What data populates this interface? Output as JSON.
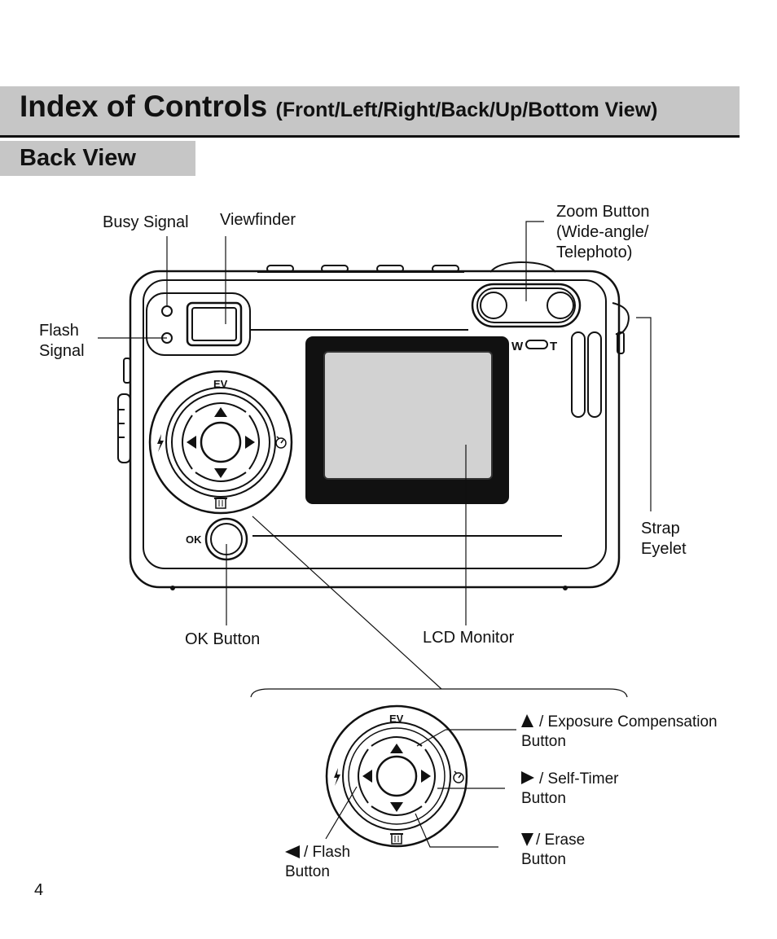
{
  "header": {
    "title": "Index of Controls",
    "subtitle": "(Front/Left/Right/Back/Up/Bottom View)"
  },
  "section": {
    "title": "Back View"
  },
  "camera": {
    "labels": {
      "busy_signal": "Busy Signal",
      "viewfinder": "Viewfinder",
      "zoom_button": "Zoom Button\n(Wide-angle/\nTelephoto)",
      "flash_signal": "Flash\nSignal",
      "strap_eyelet": "Strap\nEyelet",
      "ok_button": "OK Button",
      "lcd_monitor": "LCD Monitor"
    },
    "markings": {
      "ev": "EV",
      "ok": "OK",
      "wide": "W",
      "tele": "T"
    }
  },
  "detail": {
    "labels": {
      "exposure": "/ Exposure Compensation\nButton",
      "self_timer": "/ Self-Timer\nButton",
      "erase": "/ Erase\nButton",
      "flash": "/ Flash\nButton"
    },
    "markings": {
      "ev": "EV"
    }
  },
  "footer": {
    "page_number": "4"
  }
}
